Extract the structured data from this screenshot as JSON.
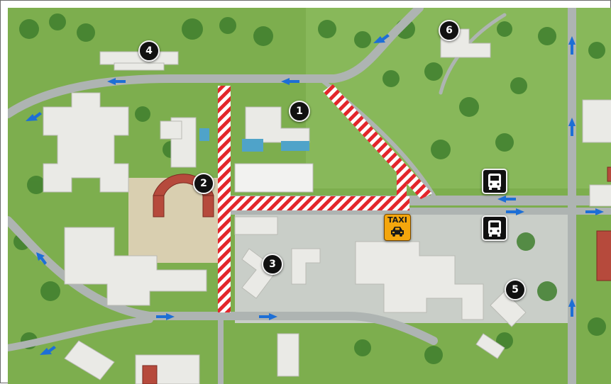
{
  "map": {
    "markers": [
      {
        "id": "marker-1",
        "label": "1"
      },
      {
        "id": "marker-2",
        "label": "2"
      },
      {
        "id": "marker-3",
        "label": "3"
      },
      {
        "id": "marker-4",
        "label": "4"
      },
      {
        "id": "marker-5",
        "label": "5"
      },
      {
        "id": "marker-6",
        "label": "6"
      }
    ],
    "transport": {
      "taxi_label": "TAXI",
      "bus_stop_count": 2
    },
    "icons": [
      "bus-stop-icon",
      "taxi-icon",
      "one-way-arrow-icon"
    ],
    "colors": {
      "grass": "#7dae4e",
      "road": "#aeb4b2",
      "building": "#eaeae6",
      "route_stripe": "#e3262b",
      "one_way_arrow": "#1d6fd6",
      "brick_building": "#b64a3c",
      "marker": "#111111",
      "taxi": "#f4a60d"
    }
  }
}
